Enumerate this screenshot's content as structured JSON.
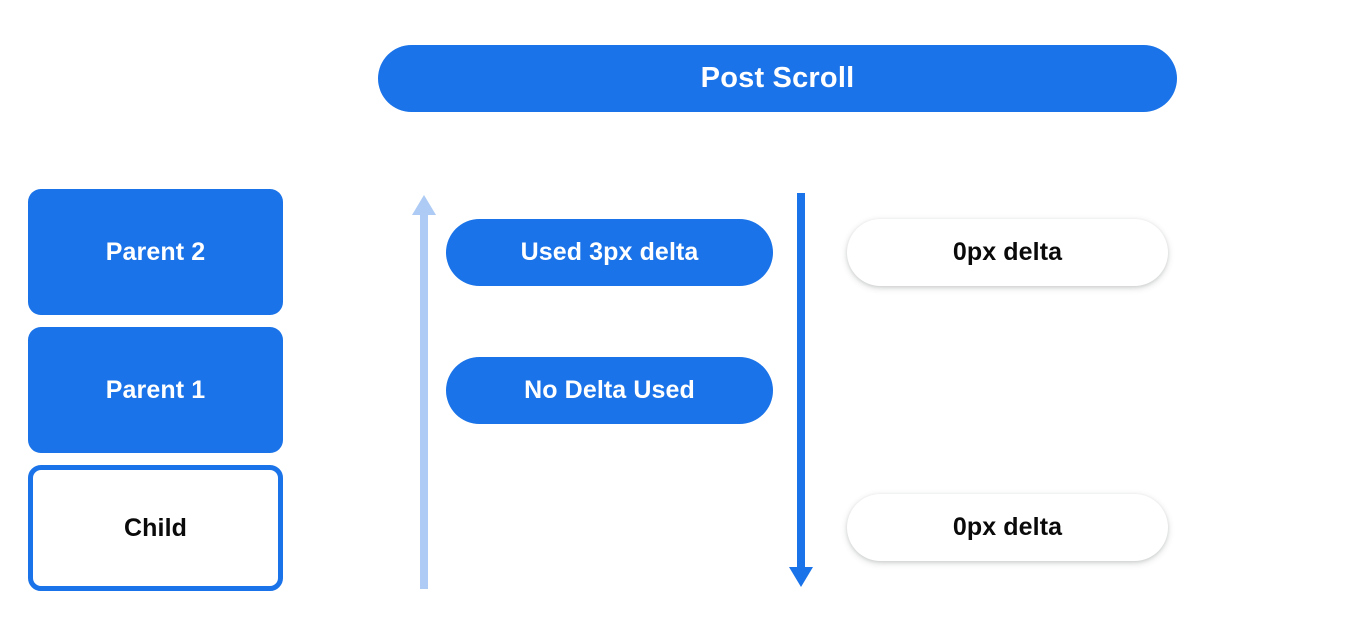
{
  "header": {
    "title": "Post Scroll"
  },
  "colors": {
    "accent_blue": "#1a73e8",
    "light_blue": "#aecbf5",
    "text_dark": "#0a0a0a",
    "background": "#ffffff"
  },
  "scroll_stack": {
    "boxes": [
      {
        "label": "Parent 2",
        "style": "filled"
      },
      {
        "label": "Parent 1",
        "style": "filled"
      },
      {
        "label": "Child",
        "style": "outlined"
      }
    ]
  },
  "arrows": [
    {
      "name": "up-arrow",
      "direction": "up",
      "color": "#aecbf5"
    },
    {
      "name": "down-arrow",
      "direction": "down",
      "color": "#1a73e8"
    }
  ],
  "consumed_column": {
    "pills": [
      {
        "label": "Used 3px delta"
      },
      {
        "label": "No Delta Used"
      }
    ]
  },
  "remaining_column": {
    "pills": [
      {
        "label": "0px delta"
      },
      {
        "label": "0px delta"
      }
    ]
  }
}
